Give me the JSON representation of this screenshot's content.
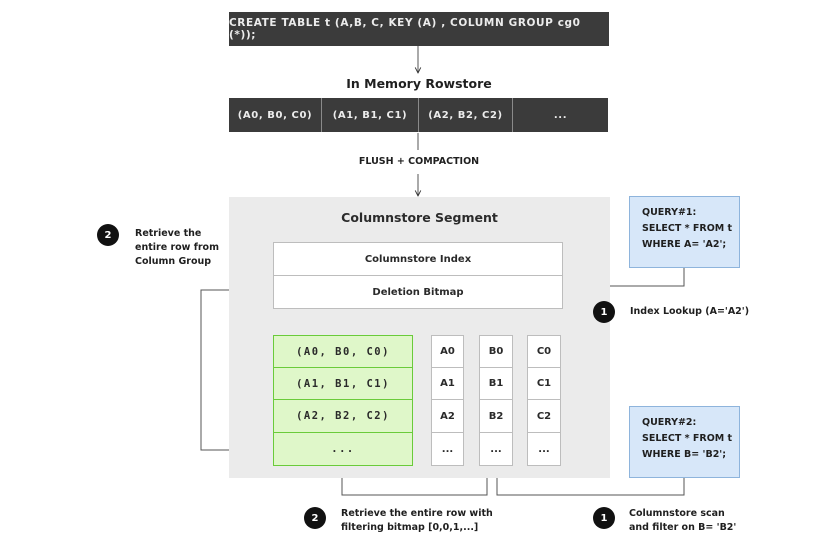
{
  "sql_statement": "CREATE TABLE  t (A,B, C, KEY (A) , COLUMN GROUP cg0 (*));",
  "rowstore": {
    "title": "In Memory Rowstore",
    "cells": [
      "(A0, B0, C0)",
      "(A1, B1, C1)",
      "(A2, B2, C2)",
      "..."
    ]
  },
  "flush_label": "FLUSH + COMPACTION",
  "segment": {
    "title": "Columnstore Segment",
    "index_label": "Columnstore Index",
    "bitmap_label": "Deletion Bitmap",
    "column_group_rows": [
      "(A0, B0, C0)",
      "(A1, B1, C1)",
      "(A2, B2, C2)",
      "..."
    ],
    "column_a": [
      "A0",
      "A1",
      "A2",
      "..."
    ],
    "column_b": [
      "B0",
      "B1",
      "B2",
      "..."
    ],
    "column_c": [
      "C0",
      "C1",
      "C2",
      "..."
    ]
  },
  "query1": {
    "line1": "QUERY#1:",
    "line2": "SELECT * FROM t",
    "line3": "WHERE A= 'A2';"
  },
  "query2": {
    "line1": "QUERY#2:",
    "line2": "SELECT * FROM t",
    "line3": "WHERE B= 'B2';"
  },
  "steps": {
    "top_left": {
      "number": "2",
      "line1": "Retrieve the",
      "line2": "entire row from",
      "line3": "Column Group"
    },
    "index_lookup": {
      "number": "1",
      "text": "Index Lookup (A='A2')"
    },
    "bottom_left": {
      "number": "2",
      "line1": "Retrieve the entire row with",
      "line2": "filtering bitmap [0,0,1,...]"
    },
    "bottom_right": {
      "number": "1",
      "line1": "Columnstore scan",
      "line2": "and filter on B= 'B2'"
    }
  },
  "colors": {
    "dark": "#3b3b3b",
    "segment_bg": "#ebebeb",
    "green_fill": "#dff7c9",
    "green_border": "#6acb3a",
    "query_fill": "#d7e7f9",
    "query_border": "#8eb4dc"
  }
}
